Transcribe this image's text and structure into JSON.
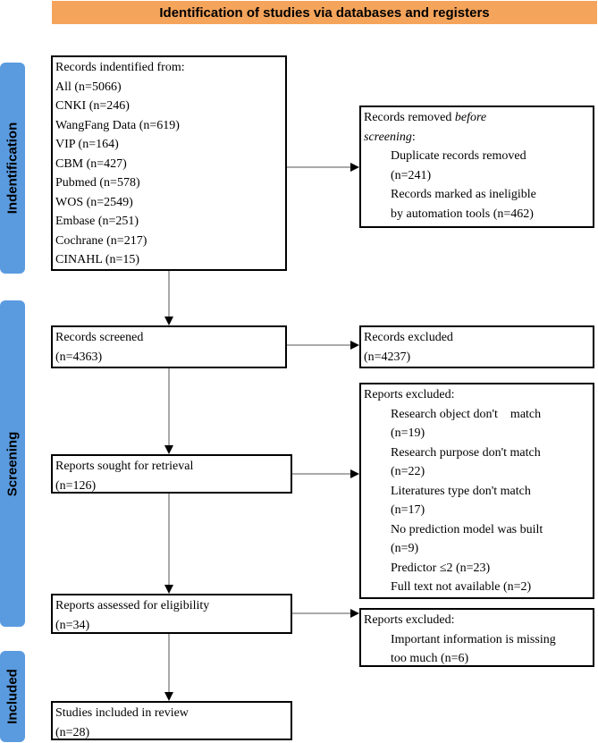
{
  "header": {
    "title": "Identification of studies via databases and registers"
  },
  "stages": {
    "identification": "Indentification",
    "screening": "Screening",
    "included": "Included"
  },
  "records_identified": {
    "title": "Records indentified from:",
    "items": [
      "All (n=5066)",
      "CNKI (n=246)",
      "WangFang Data (n=619)",
      "VIP (n=164)",
      "CBM (n=427)",
      "Pubmed (n=578)",
      "WOS (n=2549)",
      "Embase (n=251)",
      "Cochrane (n=217)",
      "CINAHL (n=15)"
    ]
  },
  "records_removed": {
    "title_a": "Records removed ",
    "title_em": "before",
    "title_b": "screening",
    "title_c": ":",
    "items": [
      "Duplicate records removed",
      "(n=241)",
      "Records marked as ineligible",
      "by automation tools (n=462)"
    ]
  },
  "records_screened": {
    "line1": "Records screened",
    "line2": "(n=4363)"
  },
  "records_excluded": {
    "line1": "Records excluded",
    "line2": "(n=4237)"
  },
  "reports_sought": {
    "line1": "Reports sought for retrieval",
    "line2": "(n=126)"
  },
  "reports_excluded_1": {
    "title": "Reports excluded:",
    "items": [
      "Research object don't    match",
      "(n=19)",
      "Research purpose don't match",
      "(n=22)",
      "Literatures type don't match",
      "(n=17)",
      "No prediction model was built",
      "(n=9)",
      "Predictor ≤2 (n=23)",
      "Full text not available (n=2)"
    ]
  },
  "reports_assessed": {
    "line1": "Reports assessed for eligibility",
    "line2": "(n=34)"
  },
  "reports_excluded_2": {
    "title": "Reports excluded:",
    "items": [
      "Important information is missing",
      "too much (n=6)"
    ]
  },
  "studies_included": {
    "line1": "Studies included in review",
    "line2": "(n=28)"
  }
}
